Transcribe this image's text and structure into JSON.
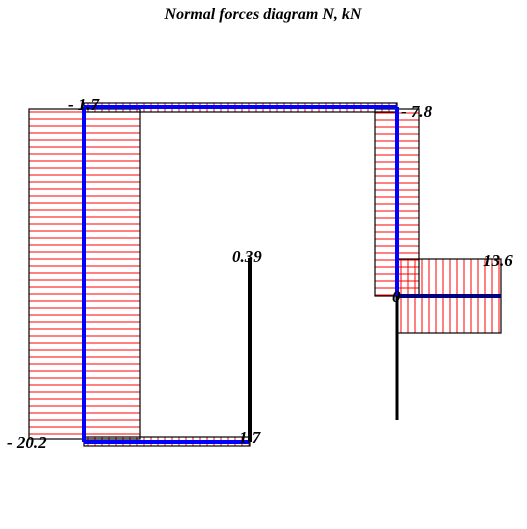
{
  "title": "Normal forces diagram N,  kN",
  "values": {
    "v_top_left": "- 1.7",
    "v_top_right": "- 7.8",
    "v_bottom_left": "- 20.2",
    "v_bottom_mid": "1.7",
    "v_center": "0.39",
    "v_right": "13.6",
    "v_zero": "0"
  },
  "colors": {
    "hatch": "#ff0000",
    "member_compressed": "#0000ff",
    "member": "#000000",
    "outline": "#000000"
  }
}
